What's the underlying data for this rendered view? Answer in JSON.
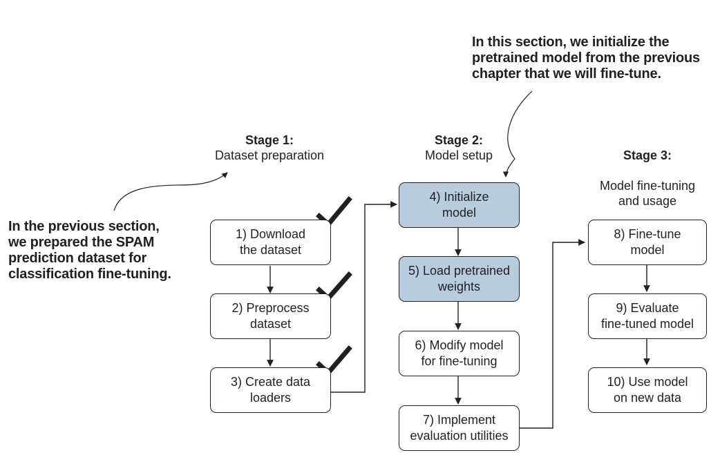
{
  "stages": [
    {
      "title": "Stage 1:",
      "subtitle": "Dataset preparation"
    },
    {
      "title": "Stage 2:",
      "subtitle": "Model setup"
    },
    {
      "title": "Stage 3:",
      "subtitle": "Model fine-tuning\nand usage"
    }
  ],
  "steps": [
    {
      "label": "1) Download\nthe dataset",
      "stage": 1,
      "highlighted": false,
      "completed": true
    },
    {
      "label": "2) Preprocess\ndataset",
      "stage": 1,
      "highlighted": false,
      "completed": true
    },
    {
      "label": "3) Create data\nloaders",
      "stage": 1,
      "highlighted": false,
      "completed": true
    },
    {
      "label": "4) Initialize\nmodel",
      "stage": 2,
      "highlighted": true,
      "completed": false
    },
    {
      "label": "5) Load pretrained\nweights",
      "stage": 2,
      "highlighted": true,
      "completed": false
    },
    {
      "label": "6) Modify model\nfor fine-tuning",
      "stage": 2,
      "highlighted": false,
      "completed": false
    },
    {
      "label": "7) Implement\nevaluation utilities",
      "stage": 2,
      "highlighted": false,
      "completed": false
    },
    {
      "label": "8) Fine-tune\nmodel",
      "stage": 3,
      "highlighted": false,
      "completed": false
    },
    {
      "label": "9) Evaluate\nfine-tuned model",
      "stage": 3,
      "highlighted": false,
      "completed": false
    },
    {
      "label": "10) Use model\non new data",
      "stage": 3,
      "highlighted": false,
      "completed": false
    }
  ],
  "annotations": {
    "top": "In this section, we initialize the\npretrained model from the previous\nchapter that we will fine-tune.",
    "left": "In the previous section,\nwe prepared the SPAM\nprediction dataset for\nclassification fine-tuning."
  },
  "colors": {
    "highlight": "#b7ccdd",
    "stroke": "#231f20",
    "background": "#ffffff"
  },
  "icons": {
    "completed": "checkmark-icon"
  }
}
